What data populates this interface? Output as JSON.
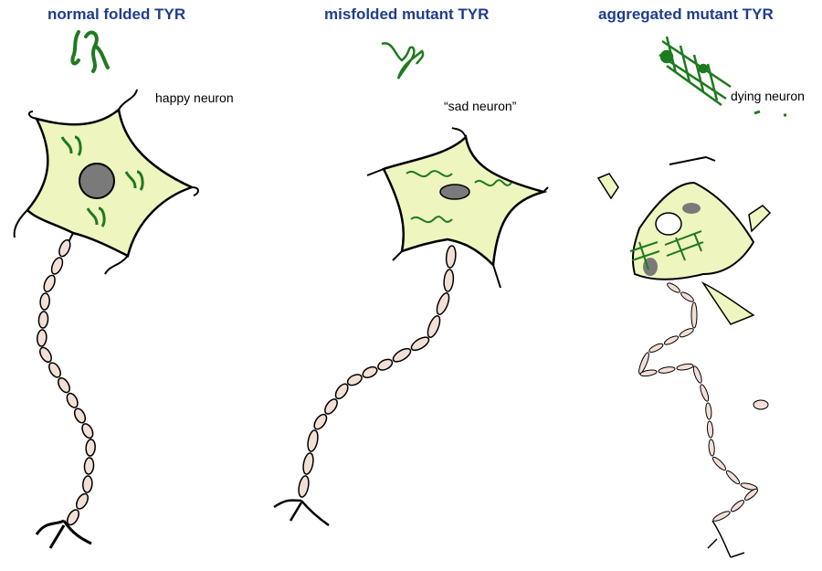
{
  "panels": [
    {
      "title": "normal folded TYR",
      "caption": "happy neuron"
    },
    {
      "title": "misfolded mutant TYR",
      "caption": "“sad neuron”"
    },
    {
      "title": "aggregated mutant TYR",
      "caption": "dying neuron"
    }
  ],
  "colors": {
    "title": "#1f3d8c",
    "cell_body": "#eef5bf",
    "protein": "#1e7a1e",
    "nucleus": "#7a7a7a",
    "myelin": "#f2dfd6",
    "outline": "#000000"
  }
}
